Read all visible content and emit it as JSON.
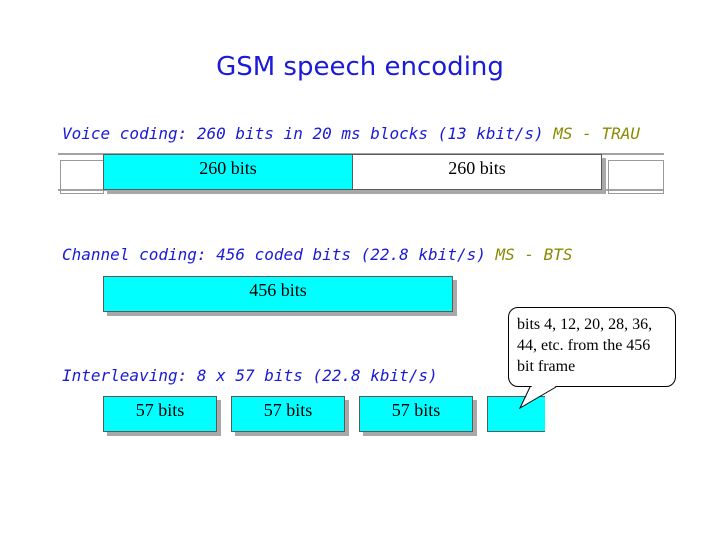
{
  "title": "GSM speech encoding",
  "voice_coding": {
    "label": "Voice coding: 260 bits in 20 ms blocks (13 kbit/s)",
    "suffix": "MS - TRAU",
    "blocks": [
      "260 bits",
      "260 bits"
    ]
  },
  "channel_coding": {
    "label": "Channel coding: 456 coded bits (22.8 kbit/s)",
    "suffix": "MS - BTS",
    "block": "456 bits"
  },
  "interleaving": {
    "label": "Interleaving: 8 x 57 bits (22.8 kbit/s)",
    "blocks": [
      "57 bits",
      "57 bits",
      "57 bits"
    ]
  },
  "callout": {
    "text": "bits 4, 12, 20, 28, 36, 44, etc. from the 456 bit frame"
  },
  "colors": {
    "title": "#1a1ad8",
    "suffix": "#8a8a00",
    "block_fill": "#00ffff"
  }
}
